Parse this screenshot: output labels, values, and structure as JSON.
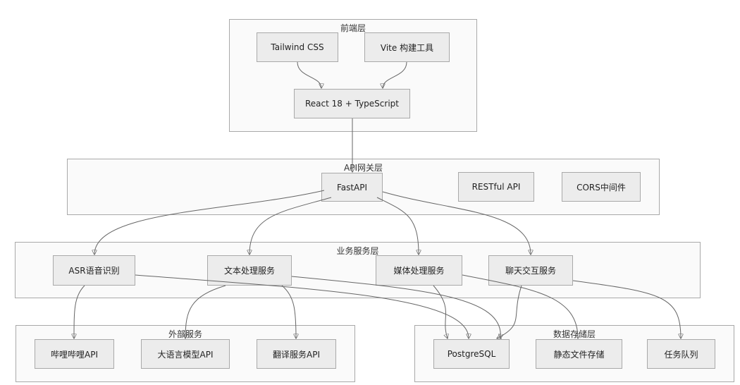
{
  "clusters": {
    "frontend": "前端层",
    "gateway": "API网关层",
    "business": "业务服务层",
    "external": "外部服务",
    "storage": "数据存储层"
  },
  "nodes": {
    "tailwind": "Tailwind CSS",
    "vite": "Vite 构建工具",
    "react": "React 18 + TypeScript",
    "fastapi": "FastAPI",
    "restful": "RESTful API",
    "cors": "CORS中间件",
    "asr": "ASR语音识别",
    "text": "文本处理服务",
    "media": "媒体处理服务",
    "chat": "聊天交互服务",
    "bilibili": "哔哩哔哩API",
    "llm": "大语言模型API",
    "translate": "翻译服务API",
    "postgres": "PostgreSQL",
    "static": "静态文件存储",
    "queue": "任务队列"
  },
  "edges": [
    [
      "tailwind",
      "react"
    ],
    [
      "vite",
      "react"
    ],
    [
      "react",
      "fastapi"
    ],
    [
      "fastapi",
      "asr"
    ],
    [
      "fastapi",
      "text"
    ],
    [
      "fastapi",
      "media"
    ],
    [
      "fastapi",
      "chat"
    ],
    [
      "asr",
      "bilibili"
    ],
    [
      "asr",
      "postgres"
    ],
    [
      "text",
      "llm"
    ],
    [
      "text",
      "translate"
    ],
    [
      "text",
      "postgres"
    ],
    [
      "media",
      "postgres"
    ],
    [
      "media",
      "static"
    ],
    [
      "chat",
      "postgres"
    ],
    [
      "chat",
      "queue"
    ]
  ],
  "colors": {
    "cluster_bg": "#fafafa",
    "node_bg": "#ececec",
    "border": "#a9a9a9",
    "edge": "#666666"
  }
}
